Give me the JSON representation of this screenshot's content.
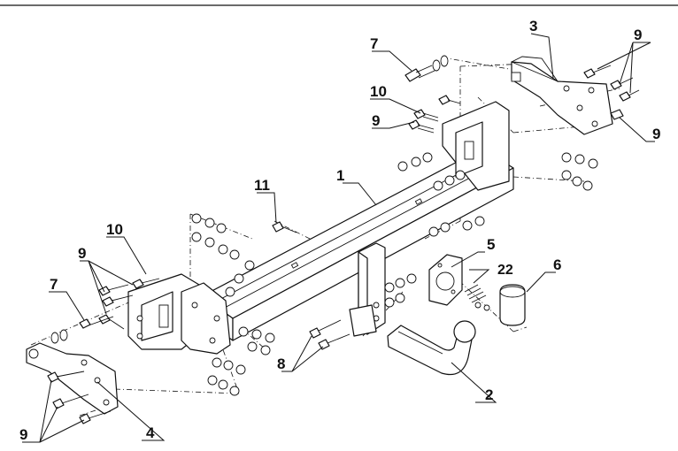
{
  "labels": {
    "p1": "1",
    "p2": "2",
    "p3": "3",
    "p4": "4",
    "p5": "5",
    "p6": "6",
    "p7a": "7",
    "p7b": "7",
    "p8": "8",
    "p9a": "9",
    "p9b": "9",
    "p9c": "9",
    "p9d": "9",
    "p9e": "9",
    "p10a": "10",
    "p10b": "10",
    "p11": "11",
    "p22": "22"
  }
}
